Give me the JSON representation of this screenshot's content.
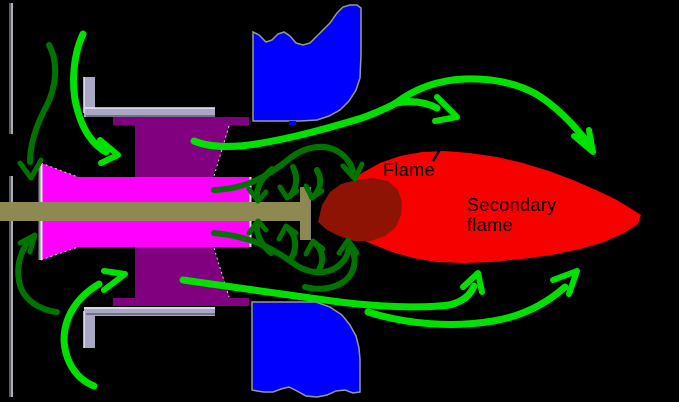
{
  "diagram": {
    "labels": {
      "primary_flame": {
        "text": "Flame"
      },
      "secondary_flame": {
        "line1": "Secondary",
        "line2": "flame"
      }
    },
    "colors": {
      "background": "#000000",
      "bright_green_arrow": "#00e100",
      "dark_green_arrow": "#007300",
      "burner_magenta": "#ff00ff",
      "swirler_purple": "#800080",
      "wall_blue": "#0000ff",
      "shaft_khaki": "#8e8950",
      "secondary_flame_red": "#f60000",
      "primary_flame_dark_red": "#8e1305",
      "liner_gray": "#a8a8c4",
      "liner_highlight": "#e8e8f4",
      "liner_shadow": "#737388",
      "edge_gray": "#9a9a8e",
      "wall_line_dark": "#70707e",
      "wall_line_light": "#d8d8e4",
      "cone_edge_white": "#e8e8e8",
      "label_black": "#000000"
    }
  }
}
